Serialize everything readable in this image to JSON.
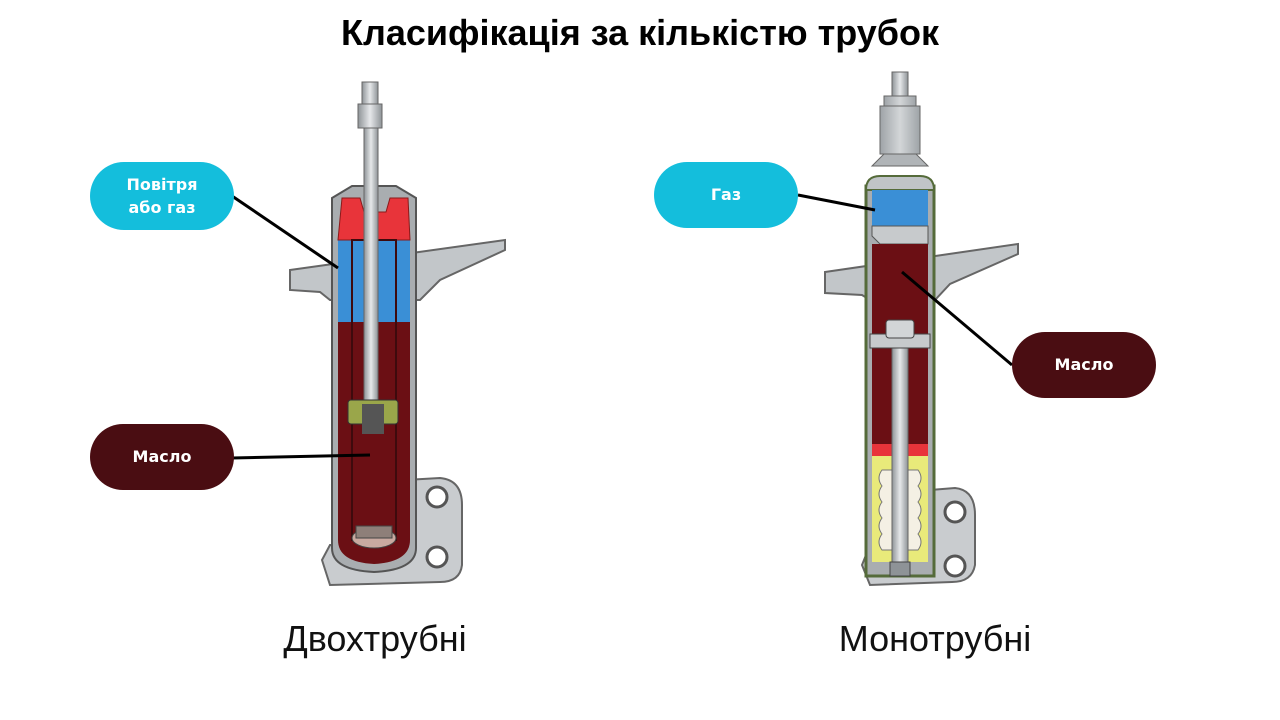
{
  "title": "Класифікація за кількістю трубок",
  "labels": {
    "twin_air": "Повітря\nабо газ",
    "twin_oil": "Масло",
    "mono_gas": "Газ",
    "mono_oil": "Масло"
  },
  "captions": {
    "twin": "Двохтрубні",
    "mono": "Монотрубні"
  },
  "colors": {
    "air_label": "#14bedc",
    "oil_label": "#4a0d12",
    "oil_fill": "#6b0f14",
    "air_fill": "#3a8fd6",
    "red_seal": "#e8343a",
    "yellow_chamber": "#e9ea7a",
    "metal": "#b8bcbf"
  }
}
